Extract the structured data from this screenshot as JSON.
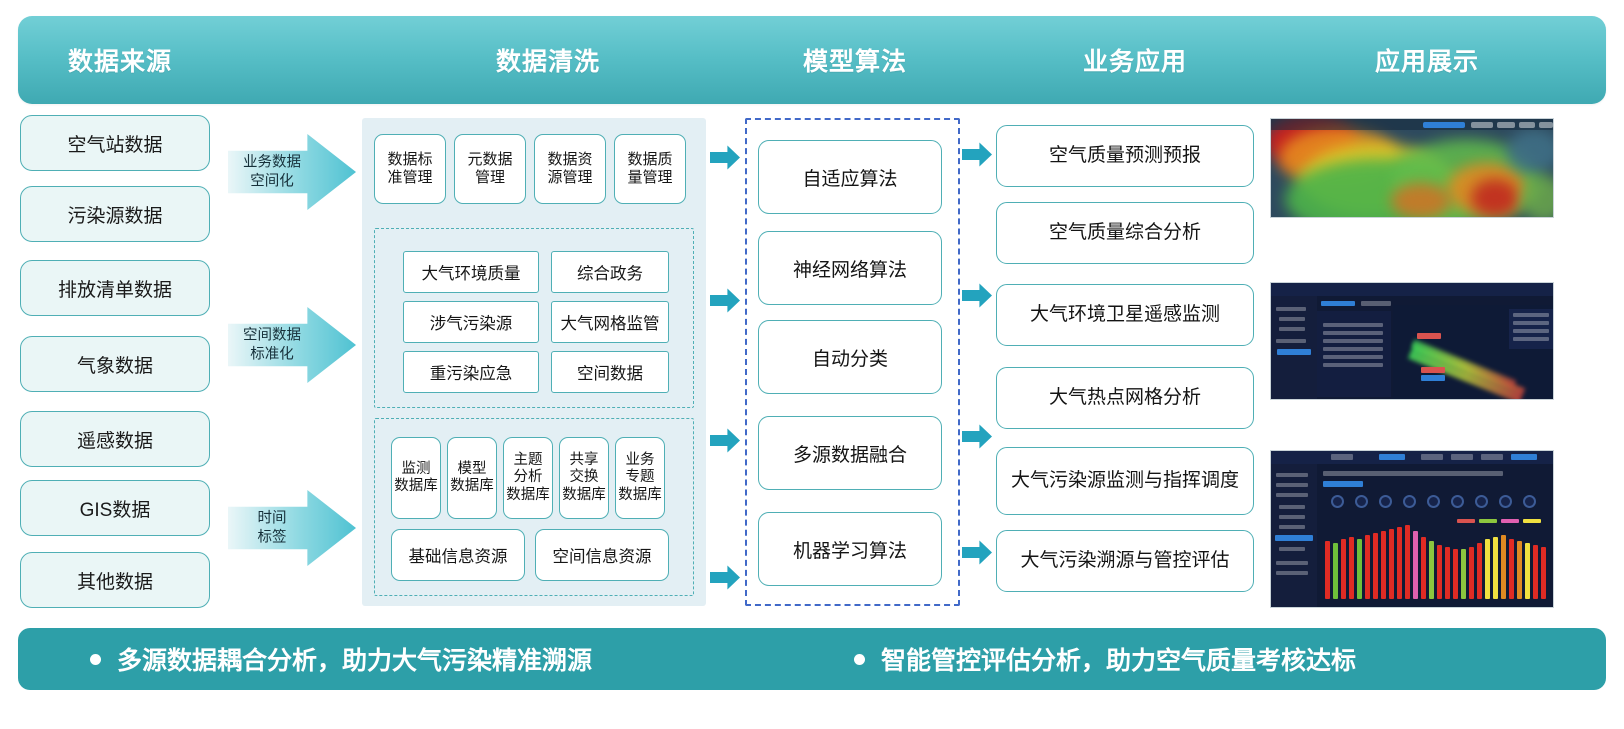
{
  "header": {
    "columns": [
      {
        "label": "数据来源"
      },
      {
        "label": "数据清洗"
      },
      {
        "label": "模型算法"
      },
      {
        "label": "业务应用"
      },
      {
        "label": "应用展示"
      }
    ]
  },
  "data_sources": {
    "items": [
      {
        "label": "空气站数据"
      },
      {
        "label": "污染源数据"
      },
      {
        "label": "排放清单数据"
      },
      {
        "label": "气象数据"
      },
      {
        "label": "遥感数据"
      },
      {
        "label": "GIS数据"
      },
      {
        "label": "其他数据"
      }
    ]
  },
  "transform_arrows": [
    {
      "label": "业务数据\n空间化"
    },
    {
      "label": "空间数据\n标准化"
    },
    {
      "label": "时间\n标签"
    }
  ],
  "data_cleaning": {
    "governance": [
      {
        "label": "数据标\n准管理"
      },
      {
        "label": "元数据\n管理"
      },
      {
        "label": "数据资\n源管理"
      },
      {
        "label": "数据质\n量管理"
      }
    ],
    "domains": [
      {
        "label": "大气环境质量"
      },
      {
        "label": "综合政务"
      },
      {
        "label": "涉气污染源"
      },
      {
        "label": "大气网格监管"
      },
      {
        "label": "重污染应急"
      },
      {
        "label": "空间数据"
      }
    ],
    "databases": [
      {
        "label": "监测\n数据库"
      },
      {
        "label": "模型\n数据库"
      },
      {
        "label": "主题\n分析\n数据库"
      },
      {
        "label": "共享\n交换\n数据库"
      },
      {
        "label": "业务\n专题\n数据库"
      }
    ],
    "resources": [
      {
        "label": "基础信息资源"
      },
      {
        "label": "空间信息资源"
      }
    ]
  },
  "model_algorithms": {
    "items": [
      {
        "label": "自适应算法"
      },
      {
        "label": "神经网络算法"
      },
      {
        "label": "自动分类"
      },
      {
        "label": "多源数据融合"
      },
      {
        "label": "机器学习算法"
      }
    ]
  },
  "business_applications": {
    "items": [
      {
        "label": "空气质量预测预报"
      },
      {
        "label": "空气质量综合分析"
      },
      {
        "label": "大气环境卫星遥感监测"
      },
      {
        "label": "大气热点网格分析"
      },
      {
        "label": "大气污染源监测与指挥调度"
      },
      {
        "label": "大气污染溯源与管控评估"
      }
    ]
  },
  "application_showcase": {
    "screenshots": [
      {
        "name": "air-quality-heatmap-map"
      },
      {
        "name": "satellite-remote-sensing-dashboard"
      },
      {
        "name": "pollution-source-bar-chart-dashboard"
      }
    ]
  },
  "footer": {
    "items": [
      {
        "label": "多源数据耦合分析，助力大气污染精准溯源"
      },
      {
        "label": "智能管控评估分析，助力空气质量考核达标"
      }
    ]
  },
  "colors": {
    "header_gradient_top": "#72CFD6",
    "header_gradient_bottom": "#3FA9B2",
    "footer_bg": "#2D9FA8",
    "box_border": "#4FAFB5",
    "panel_bg": "#E3EFF4",
    "source_box_bg": "#EAF6F6",
    "arrow_teal": "#23A3BE",
    "algo_dash_border": "#4169C8"
  }
}
